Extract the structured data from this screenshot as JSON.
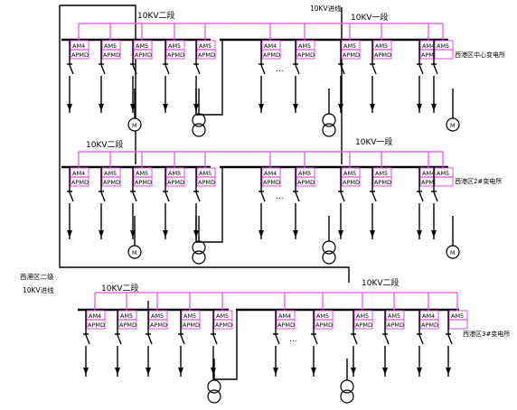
{
  "incoming_feeder": {
    "top": "10KV进线",
    "left_line1": "西港区二级",
    "left_line2": "10KV进线"
  },
  "substations": [
    {
      "name": "西港区中心变电所",
      "left_bus_label": "10KV二段",
      "right_bus_label": "10KV一段",
      "ellipsis": "...",
      "left_meters": [
        [
          "AM4",
          "APMD"
        ],
        [
          "AM5",
          "APMD"
        ],
        [
          "AM5",
          "APMD"
        ],
        [
          "AM5",
          "APMD"
        ],
        [
          "AM5",
          "APMD"
        ]
      ],
      "right_meters": [
        [
          "AM4",
          "APMD"
        ],
        [
          "AM5",
          "APMD"
        ],
        [
          "AM5",
          "APMD"
        ],
        [
          "AM5",
          "APMD"
        ],
        [
          "AM4",
          "APMD"
        ],
        [
          "AM5",
          ""
        ]
      ],
      "left_loads": [
        "none",
        "motor",
        "none",
        "transformer",
        "none"
      ],
      "right_loads": [
        "none",
        "transformer",
        "none",
        "none",
        "motor"
      ],
      "motor_symbol": "M"
    },
    {
      "name": "西港区2#变电所",
      "left_bus_label": "10KV二段",
      "right_bus_label": "10KV一段",
      "ellipsis": "...",
      "left_meters": [
        [
          "AM4",
          "APMD"
        ],
        [
          "AM5",
          "APMD"
        ],
        [
          "AM5",
          "APMD"
        ],
        [
          "AM5",
          "APMD"
        ],
        [
          "AM5",
          "APMD"
        ]
      ],
      "right_meters": [
        [
          "AM4",
          "APMD"
        ],
        [
          "AM5",
          "APMD"
        ],
        [
          "AM5",
          "APMD"
        ],
        [
          "AM5",
          "APMD"
        ],
        [
          "AM4",
          "APMD"
        ],
        [
          "AM5",
          ""
        ]
      ],
      "left_loads": [
        "none",
        "motor",
        "none",
        "transformer",
        "none"
      ],
      "right_loads": [
        "none",
        "transformer",
        "none",
        "none",
        "motor"
      ],
      "motor_symbol": "M"
    },
    {
      "name": "西港区3#变电所",
      "left_bus_label": "10KV二段",
      "right_bus_label": "10KV二段",
      "ellipsis": "...",
      "left_meters": [
        [
          "AM4",
          "APMD"
        ],
        [
          "AM5",
          "APMD"
        ],
        [
          "AM5",
          "APMD"
        ],
        [
          "AM5",
          "APMD"
        ],
        [
          "AM5",
          "APMD"
        ]
      ],
      "right_meters": [
        [
          "AM4",
          "APMD"
        ],
        [
          "AM5",
          "APMD"
        ],
        [
          "AM5",
          "APMD"
        ],
        [
          "AM5",
          "APMD"
        ],
        [
          "AM4",
          "APMD"
        ],
        [
          "AM5",
          ""
        ]
      ],
      "left_loads": [
        "none",
        "none",
        "none",
        "transformer",
        "none"
      ],
      "right_loads": [
        "none",
        "transformer",
        "none",
        "none",
        "none"
      ],
      "motor_symbol": "M"
    }
  ]
}
